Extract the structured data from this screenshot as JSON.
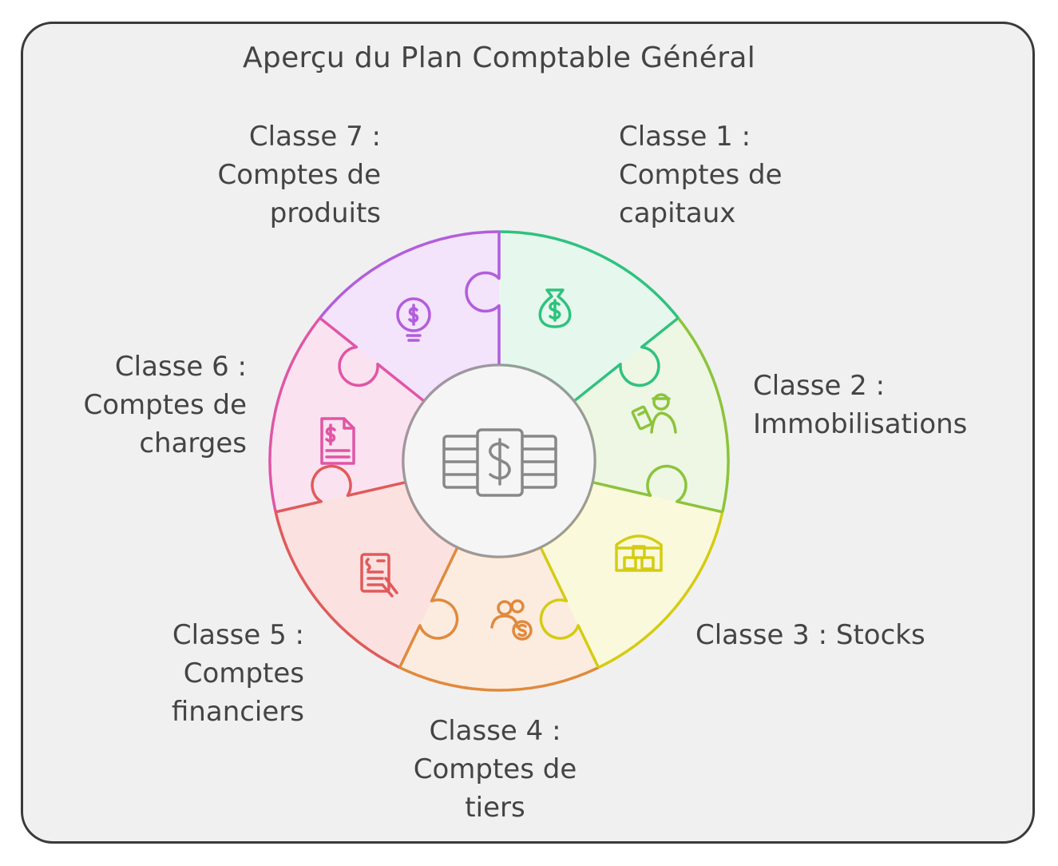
{
  "title": "Aperçu du Plan Comptable Général",
  "center": {
    "icon": "money-ledger-icon"
  },
  "classes": [
    {
      "id": 1,
      "lines": [
        "Classe 1 :",
        "Comptes de",
        "capitaux"
      ],
      "icon": "money-bag-icon",
      "color": "#2ec27e",
      "fill": "#e6f7ee"
    },
    {
      "id": 2,
      "lines": [
        "Classe 2 :",
        "Immobilisations"
      ],
      "icon": "worker-clipboard-icon",
      "color": "#8bc43a",
      "fill": "#eef6e4"
    },
    {
      "id": 3,
      "lines": [
        "Classe 3 : Stocks"
      ],
      "icon": "warehouse-icon",
      "color": "#d4cc12",
      "fill": "#fbf9dc"
    },
    {
      "id": 4,
      "lines": [
        "Classe 4 :",
        "Comptes de",
        "tiers"
      ],
      "icon": "people-coin-icon",
      "color": "#e08a3c",
      "fill": "#fcece0"
    },
    {
      "id": 5,
      "lines": [
        "Classe 5 :",
        "Comptes",
        "financiers"
      ],
      "icon": "invoice-hand-icon",
      "color": "#e05a5a",
      "fill": "#fce1e1"
    },
    {
      "id": 6,
      "lines": [
        "Classe 6 :",
        "Comptes de",
        "charges"
      ],
      "icon": "document-dollar-icon",
      "color": "#e055a6",
      "fill": "#fbe2f0"
    },
    {
      "id": 7,
      "lines": [
        "Classe 7 :",
        "Comptes de",
        "produits"
      ],
      "icon": "lightbulb-dollar-icon",
      "color": "#b25ddc",
      "fill": "#f3e3fb"
    }
  ]
}
